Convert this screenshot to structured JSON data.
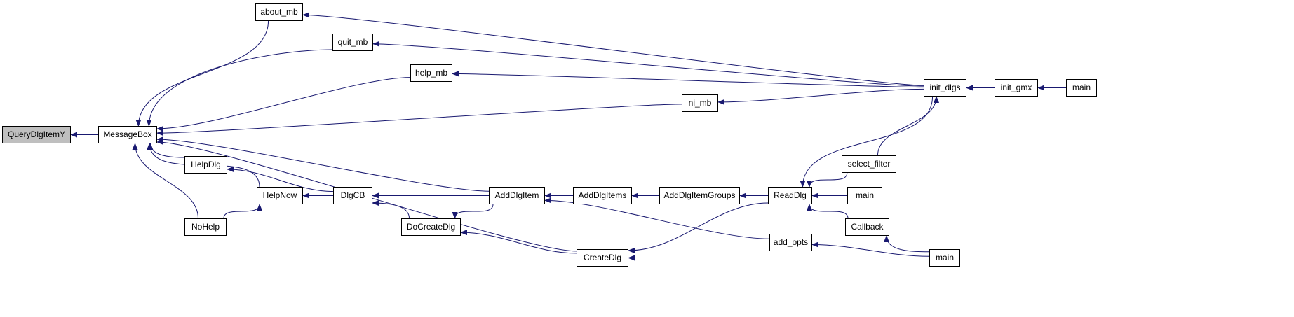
{
  "graph": {
    "nodes": [
      {
        "id": "query",
        "label": "QueryDlgItemY",
        "root": true
      },
      {
        "id": "msgbox",
        "label": "MessageBox"
      },
      {
        "id": "about",
        "label": "about_mb"
      },
      {
        "id": "quit",
        "label": "quit_mb"
      },
      {
        "id": "helpmb",
        "label": "help_mb"
      },
      {
        "id": "nimb",
        "label": "ni_mb"
      },
      {
        "id": "helpdlg",
        "label": "HelpDlg"
      },
      {
        "id": "nohelp",
        "label": "NoHelp"
      },
      {
        "id": "helpnow",
        "label": "HelpNow"
      },
      {
        "id": "dlgcb",
        "label": "DlgCB"
      },
      {
        "id": "docreate",
        "label": "DoCreateDlg"
      },
      {
        "id": "adddlgitem",
        "label": "AddDlgItem"
      },
      {
        "id": "adddlgitems",
        "label": "AddDlgItems"
      },
      {
        "id": "addgroups",
        "label": "AddDlgItemGroups"
      },
      {
        "id": "createdlg",
        "label": "CreateDlg"
      },
      {
        "id": "readdlg",
        "label": "ReadDlg"
      },
      {
        "id": "addopts",
        "label": "add_opts"
      },
      {
        "id": "initdlgs",
        "label": "init_dlgs"
      },
      {
        "id": "selfilter",
        "label": "select_filter"
      },
      {
        "id": "main1",
        "label": "main"
      },
      {
        "id": "callback",
        "label": "Callback"
      },
      {
        "id": "main2",
        "label": "main"
      },
      {
        "id": "initgmx",
        "label": "init_gmx"
      },
      {
        "id": "main3",
        "label": "main"
      }
    ],
    "edges": [
      {
        "from": "msgbox",
        "to": "query"
      },
      {
        "from": "about",
        "to": "msgbox"
      },
      {
        "from": "quit",
        "to": "msgbox"
      },
      {
        "from": "helpmb",
        "to": "msgbox"
      },
      {
        "from": "nimb",
        "to": "msgbox"
      },
      {
        "from": "helpdlg",
        "to": "msgbox"
      },
      {
        "from": "helpnow",
        "to": "msgbox"
      },
      {
        "from": "nohelp",
        "to": "msgbox"
      },
      {
        "from": "adddlgitem",
        "to": "msgbox"
      },
      {
        "from": "createdlg",
        "to": "msgbox"
      },
      {
        "from": "dlgcb",
        "to": "helpdlg"
      },
      {
        "from": "dlgcb",
        "to": "helpnow"
      },
      {
        "from": "nohelp",
        "to": "helpnow"
      },
      {
        "from": "adddlgitem",
        "to": "dlgcb"
      },
      {
        "from": "docreate",
        "to": "dlgcb"
      },
      {
        "from": "adddlgitem",
        "to": "docreate"
      },
      {
        "from": "createdlg",
        "to": "docreate"
      },
      {
        "from": "adddlgitems",
        "to": "adddlgitem"
      },
      {
        "from": "addopts",
        "to": "adddlgitem"
      },
      {
        "from": "addgroups",
        "to": "adddlgitems"
      },
      {
        "from": "readdlg",
        "to": "addgroups"
      },
      {
        "from": "readdlg",
        "to": "createdlg"
      },
      {
        "from": "main2",
        "to": "createdlg"
      },
      {
        "from": "initdlgs",
        "to": "readdlg"
      },
      {
        "from": "selfilter",
        "to": "readdlg"
      },
      {
        "from": "main1",
        "to": "readdlg"
      },
      {
        "from": "callback",
        "to": "readdlg"
      },
      {
        "from": "main2",
        "to": "addopts"
      },
      {
        "from": "initdlgs",
        "to": "about"
      },
      {
        "from": "initdlgs",
        "to": "quit"
      },
      {
        "from": "initdlgs",
        "to": "helpmb"
      },
      {
        "from": "initdlgs",
        "to": "nimb"
      },
      {
        "from": "selfilter",
        "to": "initdlgs"
      },
      {
        "from": "main2",
        "to": "callback"
      },
      {
        "from": "initgmx",
        "to": "initdlgs"
      },
      {
        "from": "main3",
        "to": "initgmx"
      }
    ]
  },
  "colors": {
    "edge": "#191970",
    "root_fill": "#bfbfbf",
    "node_fill": "#ffffff",
    "node_border": "#000000"
  }
}
